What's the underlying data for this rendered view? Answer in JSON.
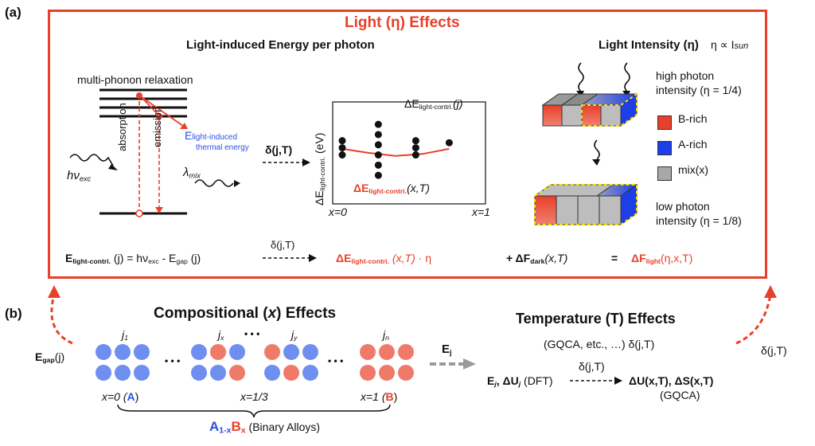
{
  "panel_a": {
    "label": "(a)",
    "title": "Light (η) Effects",
    "subtitle_energy": "Light-induced Energy per photon",
    "subtitle_intensity": "Light Intensity (η)",
    "proportional": "η ∝ I",
    "proportional_sub": "sun",
    "multi_phonon": "multi-phonon relaxation",
    "absorption": "absorption",
    "emission": "emission",
    "thermal_main": "E",
    "thermal_sub1": "light-induced",
    "thermal_sub2": "thermal energy",
    "hv": "hν",
    "hv_sub": "exc",
    "lambda": "λ",
    "lambda_sub": "mix",
    "delta_jt": "δ(j,T)",
    "plot_ylabel": "ΔE",
    "plot_ylabel_sub": "light-contri.",
    "plot_ylabel_unit": " (eV)",
    "plot_top_label": "ΔE",
    "plot_top_sub": "light-contri.",
    "plot_top_arg": "(j)",
    "plot_curve_label": "ΔE",
    "plot_curve_sub": "light-contri.",
    "plot_curve_arg": "(x,T)",
    "plot_x0": "x=0",
    "plot_x1": "x=1",
    "high_intensity": "high photon",
    "high_intensity2": "intensity (η = 1/4)",
    "low_intensity": "low photon",
    "low_intensity2": "intensity (η = 1/8)",
    "legend_b": "B-rich",
    "legend_a": "A-rich",
    "legend_mix": "mix(x)",
    "eq_left": "E",
    "eq_left_sub": "light-contri.",
    "eq_left_rest": " (j) = hν",
    "eq_exc": "exc",
    "eq_minus": " - E",
    "eq_gap": "gap",
    "eq_gap_arg": " (j)",
    "eq_delta": "δ(j,T)",
    "eq_mid": "ΔE",
    "eq_mid_sub": "light-contri.",
    "eq_mid_arg": " (x,T)",
    "eq_mid_eta": " · η",
    "eq_plus": "+ ΔF",
    "eq_dark": "dark",
    "eq_dark_arg": "(x,T)",
    "eq_equals": "=",
    "eq_result": "ΔF",
    "eq_result_sub": "light",
    "eq_result_arg": "(η,x,T)"
  },
  "panel_b": {
    "label": "(b)",
    "comp_title": "Compositional (x) Effects",
    "temp_title": "Temperature (T) Effects",
    "egap": "E",
    "egap_sub": "gap",
    "egap_arg": "(j)",
    "ej": "E",
    "ej_sub": "j",
    "j1": "j",
    "j1_sub": "1",
    "jx": "j",
    "jx_sub": "x",
    "jy": "j",
    "jy_sub": "y",
    "jn": "j",
    "jn_sub": "n",
    "dots": "• • •",
    "x0": "x=0 (",
    "x0_letter": "A",
    "x0_close": ")",
    "x13": "x=1/3",
    "x1": "x=1 (",
    "x1_letter": "B",
    "x1_close": ")",
    "alloy_a": "A",
    "alloy_1x": "1-x",
    "alloy_b": "B",
    "alloy_x": "x",
    "alloy_rest": " (Binary Alloys)",
    "gqca_line": "(GQCA, etc., …) δ(j,T)",
    "delta_jt": "δ(j,T)",
    "ej_du": "E",
    "ej_du_sub": "j",
    "ej_du_mid": ", ΔU",
    "ej_du_sub2": "j",
    "ej_du_rest": " (DFT)",
    "du_ds": "ΔU(x,T), ΔS(x,T)",
    "gqca": "(GQCA)",
    "delta_right": "δ(j,T)"
  },
  "colors": {
    "red": "#e8402a",
    "blue": "#2a4fe8",
    "ballBlue": "#6f8ff0",
    "ballRed": "#f07a6a",
    "gray": "#a8a8a8"
  },
  "chart_data": {
    "type": "scatter",
    "xlabel": "",
    "ylabel": "ΔE light-contri. (eV)",
    "x_ticks": [
      "x=0",
      "x=1"
    ],
    "series": [
      {
        "name": "ΔE light-contri. (j)",
        "points": [
          [
            0.0,
            0.62
          ],
          [
            0.0,
            0.55
          ],
          [
            0.0,
            0.48
          ],
          [
            0.27,
            0.78
          ],
          [
            0.27,
            0.68
          ],
          [
            0.27,
            0.58
          ],
          [
            0.27,
            0.48
          ],
          [
            0.27,
            0.38
          ],
          [
            0.27,
            0.28
          ],
          [
            0.55,
            0.62
          ],
          [
            0.55,
            0.55
          ],
          [
            0.55,
            0.48
          ],
          [
            0.8,
            0.6
          ]
        ]
      },
      {
        "name": "ΔE light-contri. (x,T)",
        "type": "line",
        "points": [
          [
            0.0,
            0.54
          ],
          [
            0.2,
            0.5
          ],
          [
            0.4,
            0.47
          ],
          [
            0.6,
            0.49
          ],
          [
            0.8,
            0.54
          ]
        ]
      }
    ]
  }
}
